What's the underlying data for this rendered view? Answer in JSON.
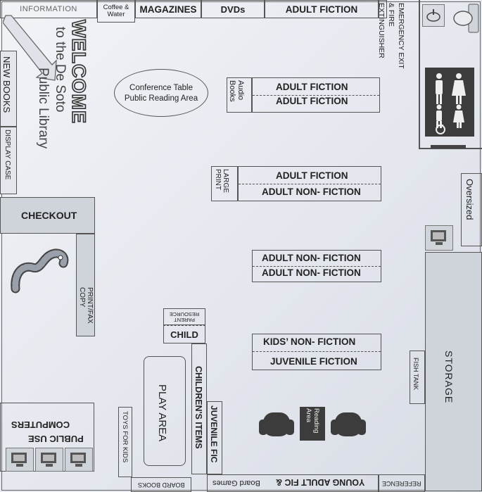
{
  "labels": {
    "information": "INFORMATION",
    "coffee": "Coffee & Water",
    "magazines": "MAGAZINES",
    "dvds": "DVDs",
    "adult_fiction_top": "ADULT FICTION",
    "emergency": "EMERGENCY EXIT & FIRE EXTINGUISHER",
    "welcome": "WELCOME",
    "welcome_sub1": "to the De Soto",
    "welcome_sub2": "Public Library",
    "new_books": "NEW BOOKS",
    "display_case": "DISPLAY CASE",
    "conference_line1": "Conference  Table",
    "conference_line2": "Public Reading Area",
    "audio_books": "Audio Books",
    "shelf1_top": "ADULT FICTION",
    "shelf1_bottom": "ADULT FICTION",
    "large_print": "LARGE PRINT",
    "shelf2_top": "ADULT FICTION",
    "shelf2_bottom": "ADULT  NON- FICTION",
    "oversized": "Oversized",
    "checkout": "CHECKOUT",
    "shelf3_top": "ADULT  NON- FICTION",
    "shelf3_bottom": "ADULT  NON- FICTION",
    "print_fax": "PRINT/FAX COPY",
    "parent_resource": "PARENT RESOURCE",
    "child": "CHILD",
    "shelf4_top": "KIDS’  NON- FICTION",
    "shelf4_bottom": "JUVENILE  FICTION",
    "fish_tank": "FISH TANK",
    "storage": "STORAGE",
    "play_area": "PLAY AREA",
    "childrens_items": "CHILDREN'S ITEMS",
    "juvenile_fic": "JUVENILE FIC",
    "reading_area": "Reading Area",
    "public_use": "PUBLIC USE",
    "computers": "COMPUTERS",
    "toys_for_kids": "TOYS FOR KIDS",
    "board_books": "BOARD BOOKS",
    "board_games": "Board Games",
    "young_adult": "YOUNG ADULT FIC &",
    "reference": "REFERENCE"
  },
  "colors": {
    "wall": "#555555",
    "shelf_fill": "#cfd3da",
    "dark": "#3c3c3c"
  },
  "icons": [
    "arrow-icon",
    "restroom-icon",
    "wheelchair-icon",
    "sink-icon",
    "toilet-icon",
    "worm-icon",
    "computer-icon",
    "armchair-icon"
  ]
}
